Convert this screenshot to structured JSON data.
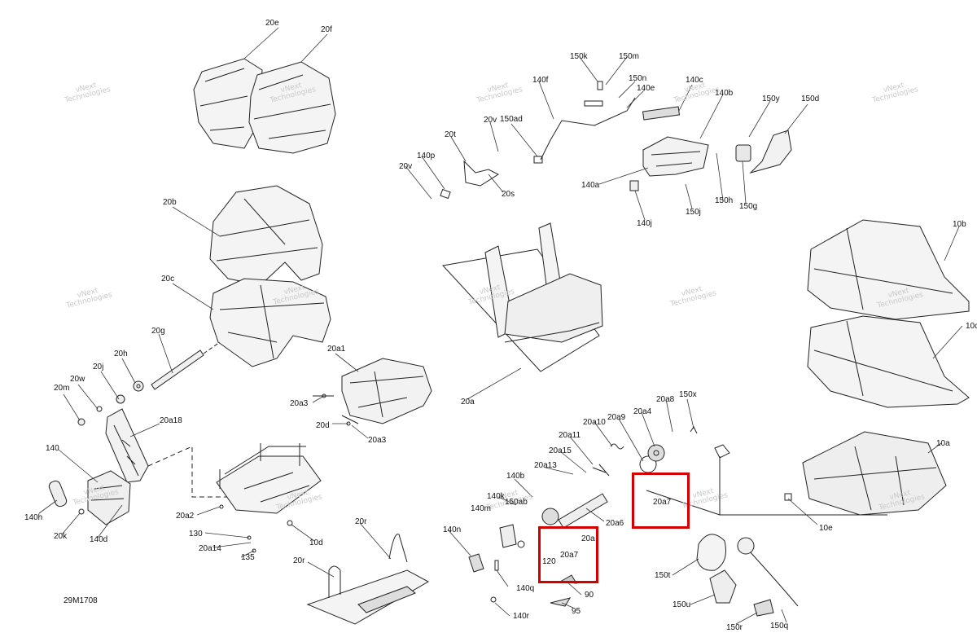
{
  "diagram": {
    "id_label": "29M1708",
    "highlight_color": "#d40000",
    "watermark_line1": "vNext",
    "watermark_line2": "Technologies",
    "labels": [
      "20e",
      "20f",
      "20b",
      "20c",
      "20g",
      "20h",
      "20j",
      "20w",
      "20m",
      "20a18",
      "140",
      "140h",
      "20k",
      "140d",
      "20a1",
      "20a3",
      "20d",
      "20a3",
      "20a2",
      "130",
      "20a14",
      "135",
      "10d",
      "20r",
      "20r",
      "150k",
      "150m",
      "150n",
      "140e",
      "140f",
      "140c",
      "140b",
      "150y",
      "150d",
      "150ad",
      "20v",
      "20t",
      "140p",
      "20v",
      "20s",
      "140a",
      "140j",
      "150j",
      "150h",
      "150g",
      "20a",
      "10b",
      "10c",
      "20a8",
      "150x",
      "20a10",
      "20a9",
      "20a4",
      "20a11",
      "20a15",
      "20a13",
      "140b",
      "140k",
      "150ab",
      "140m",
      "20a7",
      "20a6",
      "20a",
      "140n",
      "120",
      "20a7",
      "140q",
      "90",
      "140r",
      "95",
      "10a",
      "10e",
      "150t",
      "150u",
      "150r",
      "150q"
    ]
  }
}
